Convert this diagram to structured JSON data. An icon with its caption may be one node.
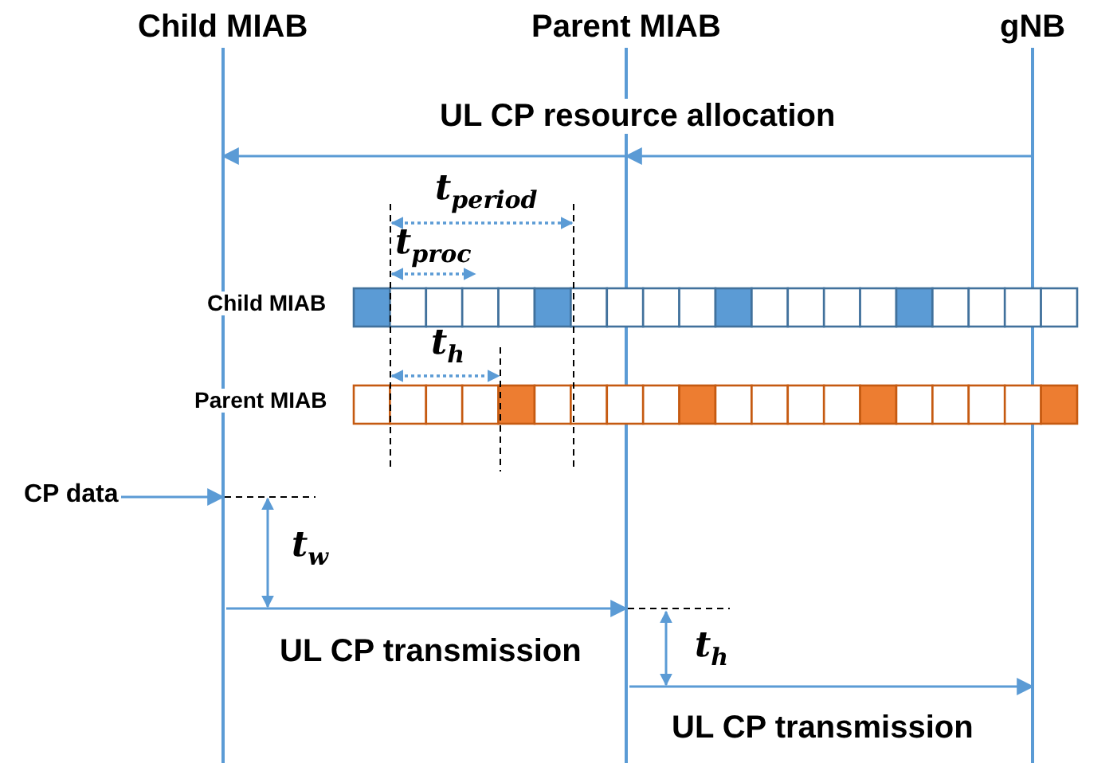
{
  "diagram": {
    "nodes": [
      {
        "text": [
          "Child MIAB"
        ]
      },
      {
        "text": [
          "Parent MIAB"
        ]
      },
      {
        "text": [
          "gNB"
        ]
      },
      {
        "text": [
          "CP data"
        ]
      }
    ],
    "edges": [
      {
        "from": 2,
        "to": 1,
        "arrow": "to",
        "label": "UL CP resource allocation"
      },
      {
        "from": 1,
        "to": 0,
        "arrow": "to"
      },
      {
        "from": 3,
        "to": 0,
        "arrow": "to"
      },
      {
        "from": 0,
        "to": 1,
        "arrow": "to",
        "label": "UL CP transmission"
      },
      {
        "from": 1,
        "to": 2,
        "arrow": "to",
        "label": "UL CP transmission"
      }
    ],
    "labels": [
      "t$_{period}$",
      "t$_{proc}$",
      "Child MIAB",
      "t$_{h}$",
      "Parent MIAB",
      "t$_{w}$",
      "t$_{h}$"
    ]
  }
}
